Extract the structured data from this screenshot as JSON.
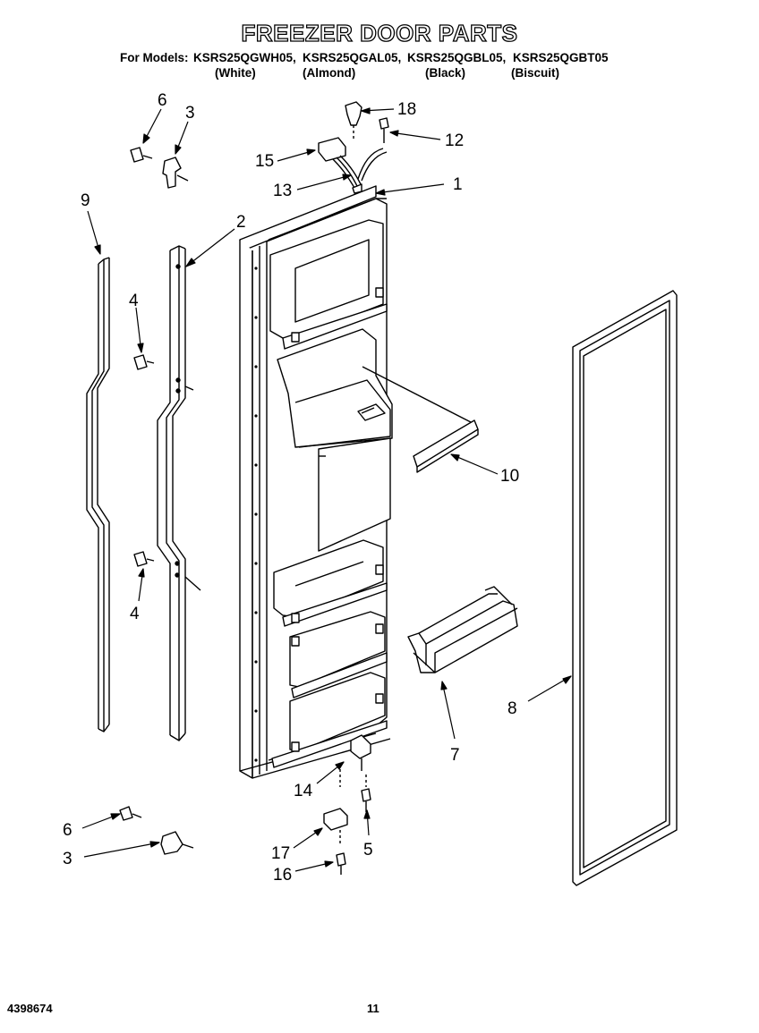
{
  "title": "FREEZER DOOR PARTS",
  "models": {
    "prefix": "For Models:",
    "list": [
      {
        "model": "KSRS25QGWH05,",
        "color": "(White)"
      },
      {
        "model": "KSRS25QGAL05,",
        "color": "(Almond)"
      },
      {
        "model": "KSRS25QGBL05,",
        "color": "(Black)"
      },
      {
        "model": "KSRS25QGBT05",
        "color": "(Biscuit)"
      }
    ]
  },
  "callouts": [
    "1",
    "2",
    "3",
    "3",
    "4",
    "4",
    "5",
    "6",
    "6",
    "7",
    "8",
    "9",
    "10",
    "12",
    "13",
    "14",
    "15",
    "16",
    "17",
    "18"
  ],
  "footer": {
    "doc_number": "4398674",
    "page_number": "11"
  },
  "colors": {
    "ink": "#000000",
    "paper": "#ffffff",
    "panel": "#f2f2f2"
  }
}
